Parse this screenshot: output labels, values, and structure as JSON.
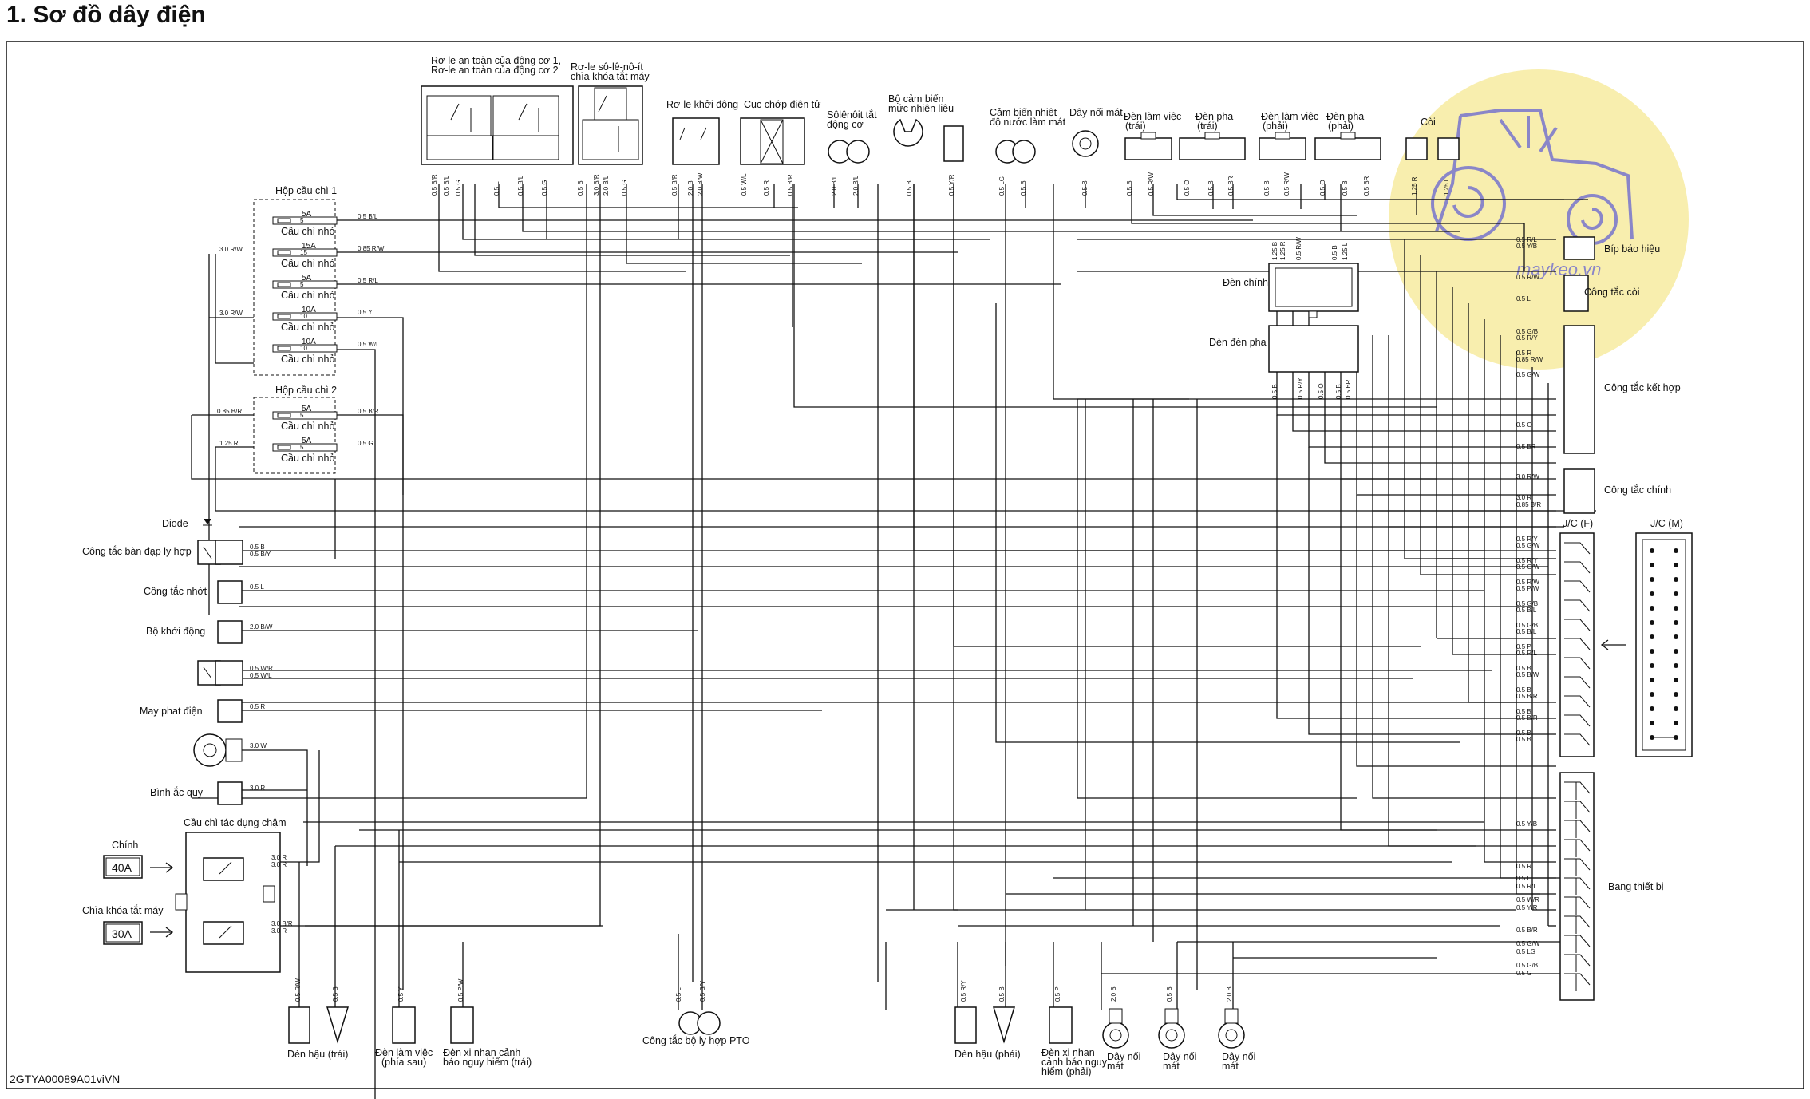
{
  "title": "1. Sơ đồ dây điện",
  "footer_code": "2GTYA00089A01viVN",
  "watermark": "maykeo.vn",
  "colors": {
    "watermark_circle": "#f7eba0",
    "watermark_tractor": "#8a86c8",
    "line": "#111111"
  },
  "relays": {
    "safety_line1": "Rơ-le an toàn của động cơ 1,",
    "safety_line2": "Rơ-le an toàn của động cơ 2",
    "solenoid_line1": "Rơ-le sô-lê-nô-ít",
    "solenoid_line2": "chìa khóa tắt máy",
    "starter": "Rơ-le khởi động",
    "flasher": "Cục chớp điện tử"
  },
  "top_components": {
    "stop_solenoid_1": "Sôlênôit tắt",
    "stop_solenoid_2": "động cơ",
    "fuel_sensor_1": "Bộ cảm biến",
    "fuel_sensor_2": "mức nhiên liệu",
    "temp_sensor_1": "Cảm biến nhiệt",
    "temp_sensor_2": "độ nước làm mát",
    "ground_wire": "Dây nối mát",
    "work_light_left_1": "Đèn làm việc",
    "work_light_left_2": "(trái)",
    "head_left_1": "Đèn pha",
    "head_left_2": "(trái)",
    "work_light_right_1": "Đèn làm việc",
    "work_light_right_2": "(phải)",
    "head_right_1": "Đèn pha",
    "head_right_2": "(phải)",
    "horn": "Còi"
  },
  "fuse_box_1": {
    "title": "Hộp cầu chì 1",
    "fuses": [
      {
        "amp": "5A",
        "num": "5",
        "label": "Cầu chì nhỏ",
        "wire": "0.5 B/L"
      },
      {
        "amp": "15A",
        "num": "15",
        "label": "Cầu chì nhỏ",
        "wire": "0.85 R/W"
      },
      {
        "amp": "5A",
        "num": "5",
        "label": "Cầu chì nhỏ",
        "wire": "0.5 R/L"
      },
      {
        "amp": "10A",
        "num": "10",
        "label": "Cầu chì nhỏ",
        "wire": "0.5 Y"
      },
      {
        "amp": "10A",
        "num": "10",
        "label": "Cầu chì nhỏ",
        "wire": "0.5 W/L"
      }
    ]
  },
  "fuse_box_2": {
    "title": "Hộp cầu chì 2",
    "fuses": [
      {
        "amp": "5A",
        "num": "5",
        "label": "Cầu chì nhỏ",
        "wire": "0.5 B/R"
      },
      {
        "amp": "5A",
        "num": "5",
        "label": "Cầu chì nhỏ",
        "wire": "0.5 G"
      }
    ]
  },
  "left_wires": {
    "w30rw_a": "3.0 R/W",
    "w30rw_b": "3.0 R/W",
    "w085br": "0.85 B/R",
    "w125r": "1.25 R"
  },
  "left_components": {
    "diode": "Diode",
    "clutch_switch": "Công tắc bàn đạp ly hợp",
    "oil_switch": "Công tắc nhớt",
    "starter": "Bộ khởi động",
    "generator": "May phat điện",
    "battery": "Bình ắc quy",
    "slow_fuse": "Cầu chì tác dụng chậm",
    "main": "Chính",
    "main_amp": "40A",
    "key_label": "Chìa khóa tắt máy",
    "key_amp": "30A"
  },
  "left_component_wires": {
    "clutch_1": "0.5 B",
    "clutch_2": "0.5 B/Y",
    "oil": "0.5 L",
    "starter": "2.0 B/W",
    "unk_1": "0.5 W/R",
    "unk_2": "0.5 W/L",
    "gen": "0.5 R",
    "ground": "3.0 W",
    "battery": "3.0 R",
    "sf_1": "3.0 R",
    "sf_2": "3.0 R",
    "sf_3": "3.0 B/R",
    "sf_4": "3.0 R"
  },
  "right_components": {
    "turn_signal": "Bíp báo hiệu",
    "horn_switch": "Công tắc còi",
    "combo_switch": "Công tắc kết hợp",
    "main_switch": "Công tắc chính",
    "jc_f": "J/C (F)",
    "jc_m": "J/C (M)",
    "instrument": "Bang thiết bị",
    "main_lamp": "Đèn chính",
    "head_lamp": "Đèn đèn pha"
  },
  "right_wires": {
    "turn": [
      "0.5 R/L",
      "0.5 Y/B"
    ],
    "horn": [
      "0.5 R/W",
      "0.5 L"
    ],
    "combo": [
      "0.5 G/B",
      "0.5 R/Y",
      "0.5 R",
      "0.85 R/W",
      "0.5 G/W",
      "0.5 O",
      "0.5 BR"
    ],
    "main_sw": [
      "3.0 R/W",
      "3.0 R",
      "0.85 B/R"
    ],
    "jc": [
      "0.5 R/Y",
      "0.5 G/W",
      "0.5 R/Y",
      "0.5 G/W",
      "0.5 R/W",
      "0.5 P/W",
      "0.5 G/B",
      "0.5 B/L",
      "0.5 G/B",
      "0.5 B/L",
      "0.5 P",
      "0.5 R/L",
      "0.5 B",
      "0.5 B/W",
      "0.5 B",
      "0.5 B/R",
      "0.5 B",
      "0.5 B/R",
      "0.5 B",
      "0.5 B"
    ],
    "instrument": [
      "0.5 Y/B",
      "0.5 R",
      "0.5 L",
      "0.5 R/L",
      "0.5 W/R",
      "0.5 Y/R",
      "0.5 B/R",
      "0.5 G/W",
      "0.5 LG",
      "0.5 G/B",
      "0.5 G"
    ]
  },
  "bottom_components": {
    "tail_left": "Đèn hậu (trái)",
    "work_rear_1": "Đèn làm việc",
    "work_rear_2": "(phía sau)",
    "hazard_left_1": "Đèn xi nhan cảnh",
    "hazard_left_2": "báo nguy hiểm (trái)",
    "pto": "Công tắc bộ ly hợp PTO",
    "tail_right": "Đèn hậu (phải)",
    "hazard_right_1": "Đèn xi nhan",
    "hazard_right_2": "cảnh báo nguy",
    "hazard_right_3": "hiểm (phải)",
    "ground_1a": "Dây nối",
    "ground_1b": "mát",
    "ground_2a": "Dây nối",
    "ground_2b": "mát",
    "ground_3a": "Dây nối",
    "ground_3b": "mát"
  },
  "bottom_wires": {
    "tail_l": "0.5 R/W",
    "tail_l2": "0.5 B",
    "work_rear": "0.5 Y",
    "hazard_l": "0.5 P/W",
    "pto_1": "0.5 L",
    "pto_2": "0.5 B/Y",
    "tail_r": "0.5 R/Y",
    "tail_r2": "0.5 B",
    "hazard_r": "0.5 P",
    "g1": "2.0 B",
    "g2": "0.5 B",
    "g3": "2.0 B"
  },
  "top_wires": {
    "safety": [
      "0.5 B/R",
      "0.5 B/L",
      "0.5 G",
      "0.5 L",
      "0.5 B/L",
      "0.5 G"
    ],
    "solenoid": [
      "0.5 B",
      "3.0 B/R",
      "2.0 B/L",
      "0.5 G"
    ],
    "starter_relay": [
      "0.5 B/R",
      "2.0 B",
      "2.0 B/W"
    ],
    "flasher": [
      "0.5 W/L",
      "0.5 R",
      "0.5 B/R"
    ],
    "stop_sol": [
      "2.0 B/L",
      "2.0 B/L"
    ],
    "fuel": [
      "0.5 B",
      "0.5 Y/R"
    ],
    "temp": [
      "0.5 LG",
      "0.5 B"
    ],
    "gnd": [
      "0.5 B"
    ],
    "work_l": [
      "0.5 B",
      "0.5 R/W"
    ],
    "head_l": [
      "0.5 O",
      "0.5 B",
      "0.5 BR"
    ],
    "work_r": [
      "0.5 B",
      "0.5 R/W"
    ],
    "head_r": [
      "0.5 O",
      "0.5 B",
      "0.5 BR"
    ],
    "horn": [
      "1.25 R",
      "1.25 L"
    ],
    "main_lamp": [
      "1.25 B",
      "1.25 R",
      "0.5 R/W",
      "0.5 B",
      "1.25 L"
    ],
    "head_lamp": [
      "0.5 B",
      "0.5 R/Y",
      "0.5 O",
      "0.5 B",
      "0.5 BR"
    ]
  }
}
